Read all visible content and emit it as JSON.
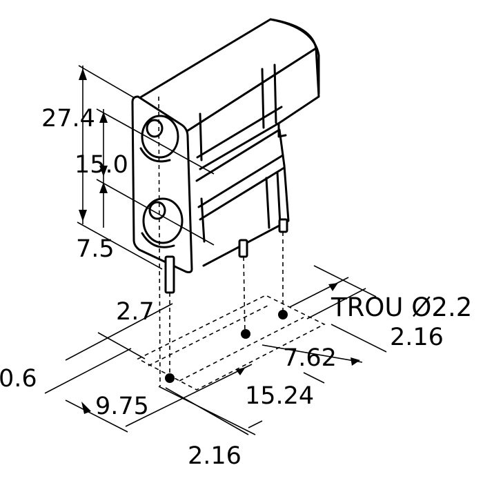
{
  "dimensions": {
    "height_total": "27.4",
    "pitch_vertical": "15.0",
    "offset_bottom": "7.5",
    "pin_offset": "2.7",
    "edge_left": "0.6",
    "depth": "9.75",
    "pitch_short": "7.62",
    "pitch_long": "15.24",
    "spacing_right": "2.16",
    "spacing_bottom": "2.16"
  },
  "hole_note": "TROU Ø2.2"
}
